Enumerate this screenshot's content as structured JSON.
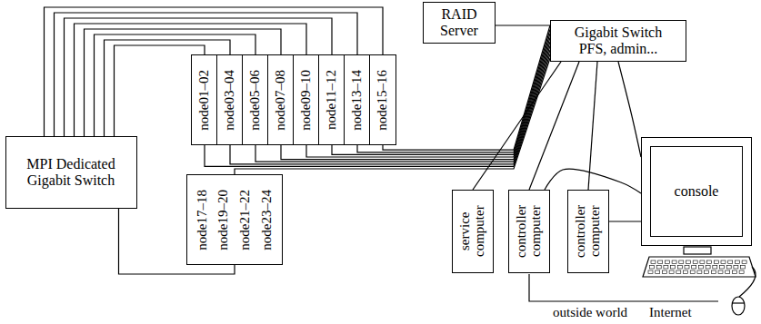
{
  "diagram": {
    "nodes": [
      {
        "text": [
          "RAID Server"
        ]
      },
      {
        "text": [
          "Gigabit Switch PFS, admin..."
        ]
      },
      {
        "text": [
          "MPI Dedicated Gigabit Switch"
        ]
      },
      {
        "text": [
          "node01–02"
        ]
      },
      {
        "text": [
          "node03–04"
        ]
      },
      {
        "text": [
          "node05–06"
        ]
      },
      {
        "text": [
          "node07–08"
        ]
      },
      {
        "text": [
          "node09–10"
        ]
      },
      {
        "text": [
          "node11–12"
        ]
      },
      {
        "text": [
          "node13–14"
        ]
      },
      {
        "text": [
          "node15–16"
        ]
      },
      {
        "text": [
          "node17–18",
          "node19–20",
          "node21–22",
          "node23–24"
        ]
      },
      {
        "text": [
          "service computer"
        ]
      },
      {
        "text": [
          "controller computer"
        ]
      },
      {
        "text": [
          "controller computer"
        ]
      },
      {
        "text": [
          "console"
        ]
      }
    ],
    "edges": [
      {
        "from": 0,
        "to": 1,
        "arrow": "none"
      },
      {
        "from": 3,
        "to": 2,
        "arrow": "none"
      },
      {
        "from": 4,
        "to": 2,
        "arrow": "none"
      },
      {
        "from": 5,
        "to": 2,
        "arrow": "none"
      },
      {
        "from": 6,
        "to": 2,
        "arrow": "none"
      },
      {
        "from": 7,
        "to": 2,
        "arrow": "none"
      },
      {
        "from": 8,
        "to": 2,
        "arrow": "none"
      },
      {
        "from": 9,
        "to": 2,
        "arrow": "none"
      },
      {
        "from": 10,
        "to": 2,
        "arrow": "none"
      },
      {
        "from": 3,
        "to": 1,
        "arrow": "none"
      },
      {
        "from": 4,
        "to": 1,
        "arrow": "none"
      },
      {
        "from": 5,
        "to": 1,
        "arrow": "none"
      },
      {
        "from": 6,
        "to": 1,
        "arrow": "none"
      },
      {
        "from": 7,
        "to": 1,
        "arrow": "none"
      },
      {
        "from": 8,
        "to": 1,
        "arrow": "none"
      },
      {
        "from": 9,
        "to": 1,
        "arrow": "none"
      },
      {
        "from": 10,
        "to": 1,
        "arrow": "none"
      },
      {
        "from": 11,
        "to": 1,
        "arrow": "none"
      },
      {
        "from": 11,
        "to": 2,
        "arrow": "none"
      },
      {
        "from": 1,
        "to": 12,
        "arrow": "none"
      },
      {
        "from": 1,
        "to": 13,
        "arrow": "none"
      },
      {
        "from": 1,
        "to": 14,
        "arrow": "none"
      },
      {
        "from": 1,
        "to": 15,
        "arrow": "none"
      },
      {
        "from": 13,
        "to": 15,
        "arrow": "none"
      },
      {
        "from": 14,
        "to": 15,
        "arrow": "none"
      }
    ],
    "labels": [
      "outside world",
      "Internet"
    ]
  }
}
